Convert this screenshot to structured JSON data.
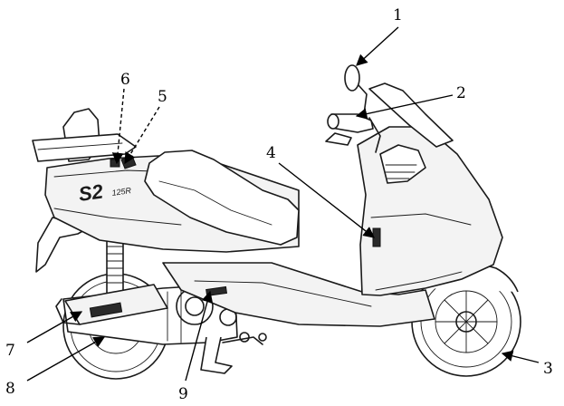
{
  "diagram": {
    "model_badge": "S2",
    "model_sub_badge": "125R",
    "callouts": [
      {
        "id": 1,
        "label": "1"
      },
      {
        "id": 2,
        "label": "2"
      },
      {
        "id": 3,
        "label": "3"
      },
      {
        "id": 4,
        "label": "4"
      },
      {
        "id": 5,
        "label": "5"
      },
      {
        "id": 6,
        "label": "6"
      },
      {
        "id": 7,
        "label": "7"
      },
      {
        "id": 8,
        "label": "8"
      },
      {
        "id": 9,
        "label": "9"
      }
    ]
  }
}
